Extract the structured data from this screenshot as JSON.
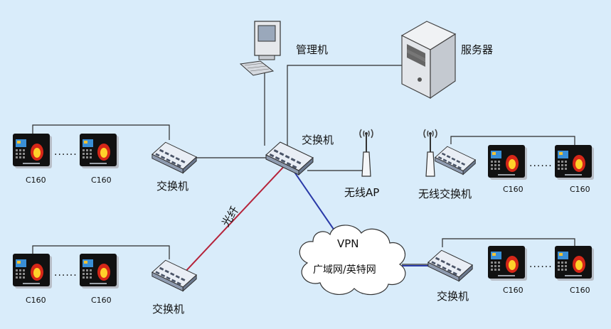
{
  "labels": {
    "manager": "管理机",
    "server": "服务器",
    "core_switch": "交换机",
    "wireless_ap": "无线AP",
    "wireless_switch": "无线交换机",
    "left_top_switch": "交换机",
    "left_bottom_switch": "交换机",
    "right_bottom_switch": "交换机",
    "fiber": "光纤",
    "vpn": "VPN",
    "wan": "广域网/英特网"
  },
  "device_model": "C160",
  "ellipsis": "......",
  "colors": {
    "background": "#d9ecfa",
    "line": "#2b2b2b",
    "fiber": "#b5233a",
    "vpn_link": "#2a3aa8",
    "switch_body": "#8e9bb0",
    "device_body": "#111111"
  }
}
